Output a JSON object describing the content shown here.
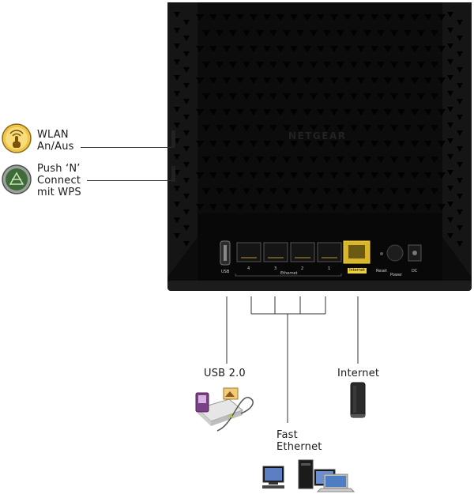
{
  "router": {
    "brand": "NETGEAR",
    "ports": {
      "usb": "USB",
      "ethernet_numbers": [
        "4",
        "3",
        "2",
        "1"
      ],
      "ethernet": "Ethernet",
      "internet": "Internet",
      "reset": "Reset",
      "power": "Power",
      "dc": "DC"
    }
  },
  "side_buttons": [
    {
      "label_lines": [
        "WLAN",
        "An/Aus"
      ],
      "icon": "wlan-touch-icon"
    },
    {
      "label_lines": [
        "Push ‘N’",
        "Connect",
        "mit WPS"
      ],
      "icon": "wps-icon"
    }
  ],
  "connections": {
    "usb": "USB 2.0",
    "internet": "Internet",
    "fast_ethernet": [
      "Fast",
      "Ethernet"
    ]
  },
  "colors": {
    "router": "#0c0c0c",
    "internet_port": "#f0d23a",
    "wps_icon": "#5a8a4a",
    "wlan_icon": "#d9a21b"
  }
}
